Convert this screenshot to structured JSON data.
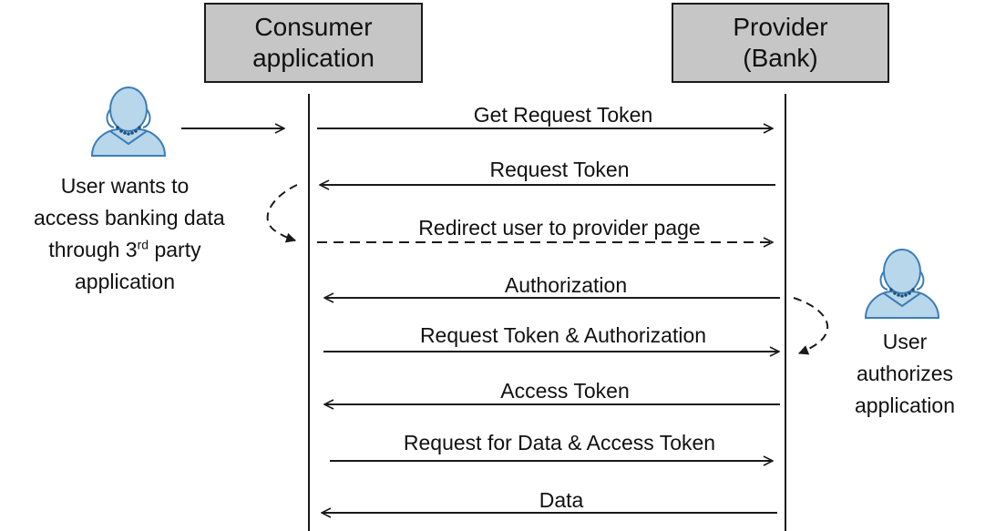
{
  "participants": {
    "consumer": {
      "line1": "Consumer",
      "line2": "application"
    },
    "provider": {
      "line1": "Provider",
      "line2": "(Bank)"
    }
  },
  "actors": {
    "user_left": {
      "line1": "User wants to",
      "line2": "access banking data",
      "line3_pre": "through 3",
      "line3_sup": "rd",
      "line3_post": " party",
      "line4": "application"
    },
    "user_right": {
      "line1": "User",
      "line2": "authorizes",
      "line3": "application"
    }
  },
  "messages": [
    {
      "label": "Get Request Token",
      "direction": "to-provider",
      "style": "solid"
    },
    {
      "label": "Request Token",
      "direction": "to-consumer",
      "style": "solid"
    },
    {
      "label": "Redirect user to provider page",
      "direction": "to-provider",
      "style": "dashed"
    },
    {
      "label": "Authorization",
      "direction": "to-consumer",
      "style": "solid"
    },
    {
      "label": "Request Token & Authorization",
      "direction": "to-provider",
      "style": "solid"
    },
    {
      "label": "Access Token",
      "direction": "to-consumer",
      "style": "solid"
    },
    {
      "label": "Request for Data & Access Token",
      "direction": "to-provider",
      "style": "solid"
    },
    {
      "label": "Data",
      "direction": "to-consumer",
      "style": "solid"
    }
  ],
  "colors": {
    "person_fill": "#b9d7ea",
    "person_stroke": "#3c7db8",
    "box_fill": "#c6c6c6",
    "line": "#1a1a1a"
  }
}
